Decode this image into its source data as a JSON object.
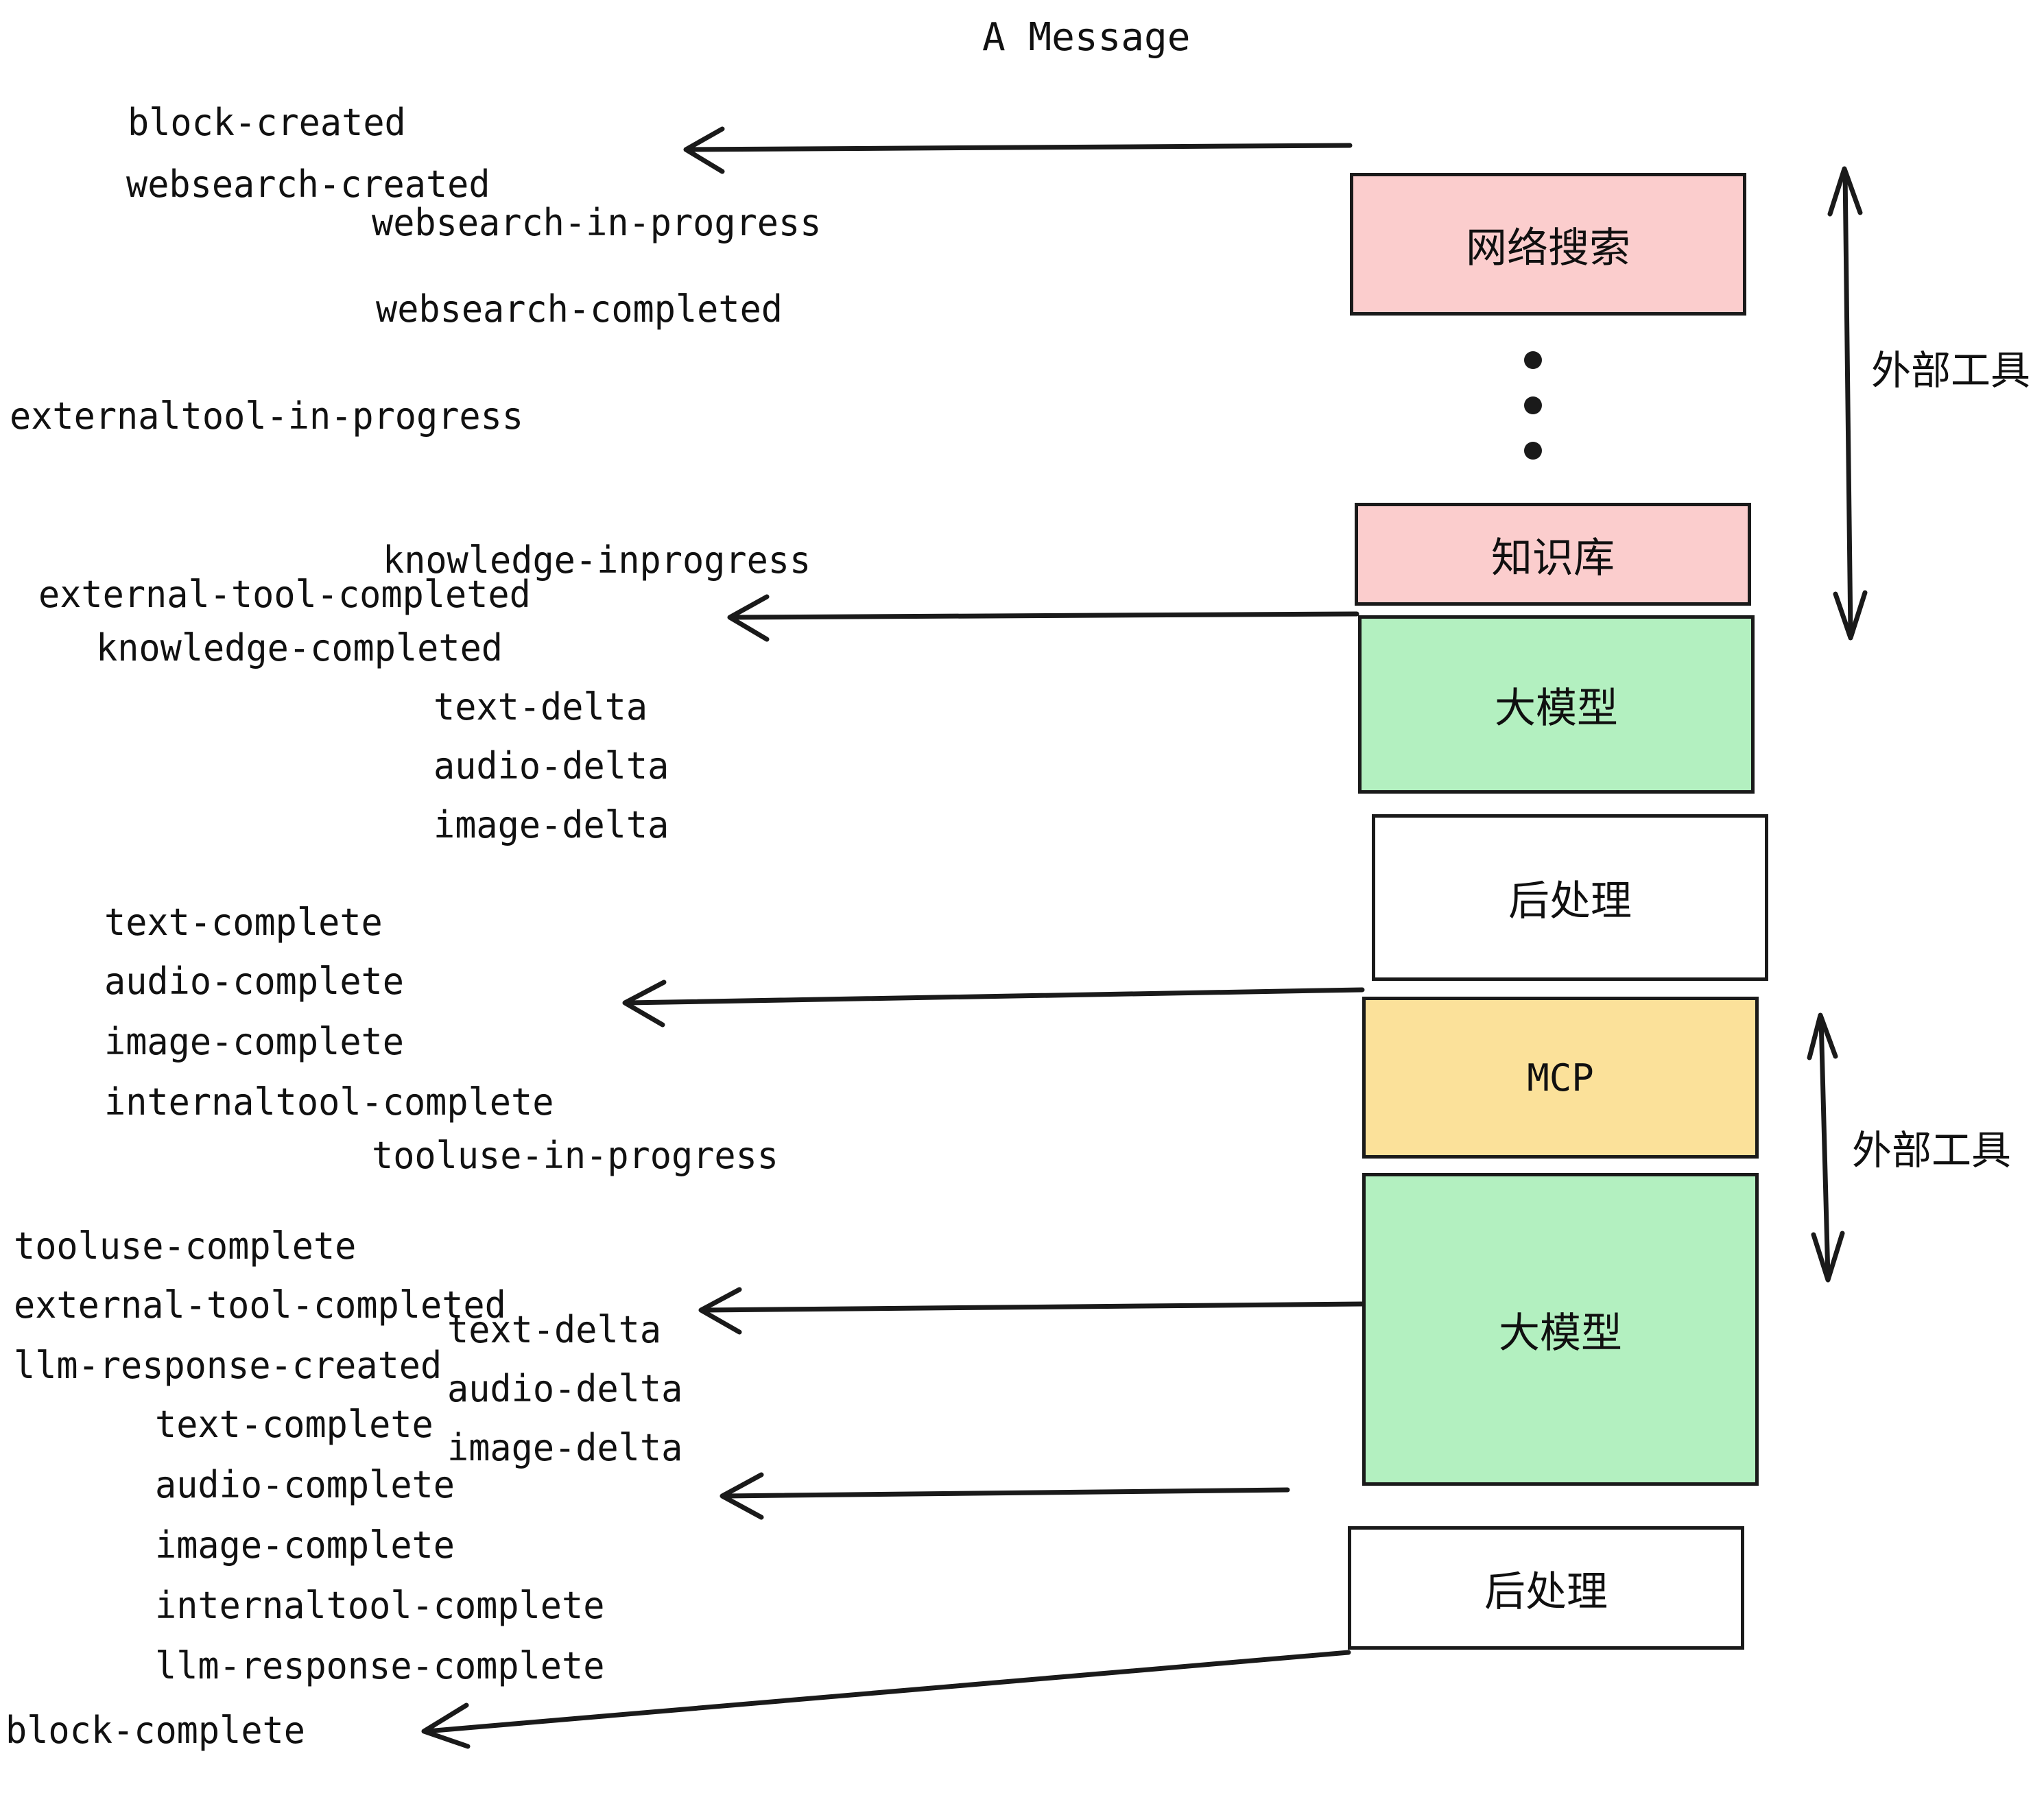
{
  "title": "A Message",
  "colors": {
    "pink": "#fbcdcd",
    "green": "#b3f0c0",
    "yellow": "#fbe19a",
    "white": "#ffffff",
    "stroke": "#1a1a1a",
    "text": "#111111"
  },
  "nodes": [
    {
      "id": "websearch",
      "label": "网络搜索",
      "fill": "#fbcdcd",
      "mono": false
    },
    {
      "id": "knowledge",
      "label": "知识库",
      "fill": "#fbcdcd",
      "mono": false
    },
    {
      "id": "llm1",
      "label": "大模型",
      "fill": "#b3f0c0",
      "mono": false
    },
    {
      "id": "post1",
      "label": "后处理",
      "fill": "#ffffff",
      "mono": false
    },
    {
      "id": "mcp",
      "label": "MCP",
      "fill": "#fbe19a",
      "mono": true
    },
    {
      "id": "llm2",
      "label": "大模型",
      "fill": "#b3f0c0",
      "mono": false
    },
    {
      "id": "post2",
      "label": "后处理",
      "fill": "#ffffff",
      "mono": false
    }
  ],
  "side_labels": [
    {
      "id": "external-tools-top",
      "text": "外部工具"
    },
    {
      "id": "external-tools-bottom",
      "text": "外部工具"
    }
  ],
  "events": [
    {
      "id": "block-created",
      "text": "block-created"
    },
    {
      "id": "websearch-created",
      "text": "websearch-created"
    },
    {
      "id": "websearch-in-progress",
      "text": "websearch-in-progress"
    },
    {
      "id": "websearch-completed",
      "text": "websearch-completed"
    },
    {
      "id": "externaltool-in-progress",
      "text": "externaltool-in-progress"
    },
    {
      "id": "knowledge-inprogress",
      "text": "knowledge-inprogress"
    },
    {
      "id": "external-tool-completed-1",
      "text": "external-tool-completed"
    },
    {
      "id": "knowledge-completed",
      "text": "knowledge-completed"
    },
    {
      "id": "text-delta-1",
      "text": "text-delta"
    },
    {
      "id": "audio-delta-1",
      "text": "audio-delta"
    },
    {
      "id": "image-delta-1",
      "text": "image-delta"
    },
    {
      "id": "text-complete-1",
      "text": "text-complete"
    },
    {
      "id": "audio-complete-1",
      "text": "audio-complete"
    },
    {
      "id": "image-complete-1",
      "text": "image-complete"
    },
    {
      "id": "internaltool-complete-1",
      "text": "internaltool-complete"
    },
    {
      "id": "tooluse-in-progress",
      "text": "tooluse-in-progress"
    },
    {
      "id": "tooluse-complete",
      "text": "tooluse-complete"
    },
    {
      "id": "external-tool-completed-2",
      "text": "external-tool-completed"
    },
    {
      "id": "llm-response-created",
      "text": "llm-response-created"
    },
    {
      "id": "text-delta-2",
      "text": "text-delta"
    },
    {
      "id": "audio-delta-2",
      "text": "audio-delta"
    },
    {
      "id": "image-delta-2",
      "text": "image-delta"
    },
    {
      "id": "text-complete-2",
      "text": "text-complete"
    },
    {
      "id": "audio-complete-2",
      "text": "audio-complete"
    },
    {
      "id": "image-complete-2",
      "text": "image-complete"
    },
    {
      "id": "internaltool-complete-2",
      "text": "internaltool-complete"
    },
    {
      "id": "llm-response-complete",
      "text": "llm-response-complete"
    },
    {
      "id": "block-complete",
      "text": "block-complete"
    }
  ]
}
